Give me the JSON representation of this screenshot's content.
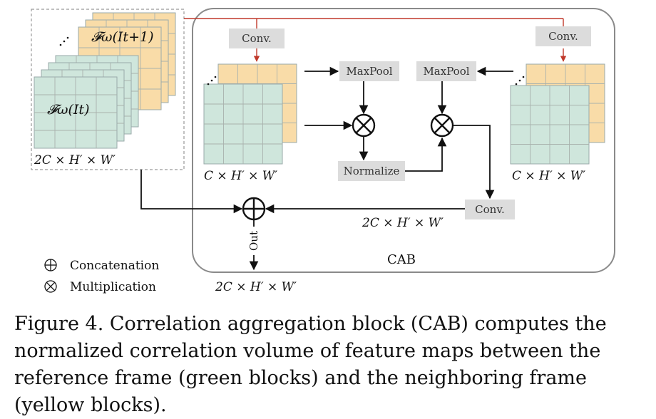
{
  "diagram": {
    "labels": {
      "f_next": "𝓕ω(It+1)",
      "f_cur": "𝓕ω(It)",
      "input_dims": "2C × H′ × W′",
      "left_dims": "C × H′ × W′",
      "right_dims": "C × H′ × W′",
      "mid_dims": "2C × H′ × W′",
      "out_dims": "2C × H′ × W′",
      "out": "Out",
      "block_name": "CAB"
    },
    "ops": {
      "conv_left": "Conv.",
      "conv_right": "Conv.",
      "conv_bottom": "Conv.",
      "maxpool_left": "MaxPool",
      "maxpool_right": "MaxPool",
      "normalize": "Normalize"
    },
    "legend": [
      {
        "symbol": "⊕",
        "label": "Concatenation"
      },
      {
        "symbol": "⊗",
        "label": "Multiplication"
      }
    ],
    "colors": {
      "green": "#cfe6dc",
      "yellow": "#f9dca8",
      "op_box": "#dcdcdc",
      "red_line": "#c0392b"
    }
  },
  "caption": "Figure 4. Correlation aggregation block (CAB) computes the normalized correlation volume of feature maps between the reference frame (green blocks) and the neighboring frame (yellow blocks)."
}
